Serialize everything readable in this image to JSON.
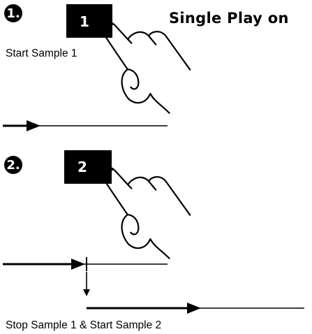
{
  "title": "Single Play on",
  "steps": [
    {
      "number": "1.",
      "key": "1",
      "caption": "Start Sample 1"
    },
    {
      "number": "2.",
      "key": "2",
      "caption": "Stop Sample 1 & Start Sample 2"
    }
  ],
  "icons": {
    "hand": "pointing-hand-icon"
  },
  "colors": {
    "ink": "#000000",
    "paper": "#ffffff"
  }
}
